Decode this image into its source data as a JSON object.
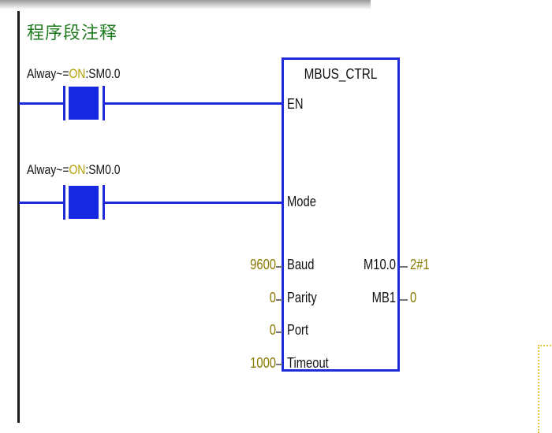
{
  "network": {
    "comment": "程序段注释"
  },
  "contacts": [
    {
      "label_prefix": "Alway~=",
      "label_on": "ON",
      "label_suffix": ":SM0.0"
    },
    {
      "label_prefix": "Alway~=",
      "label_on": "ON",
      "label_suffix": ":SM0.0"
    }
  ],
  "block": {
    "title": "MBUS_CTRL",
    "pins": {
      "en": "EN",
      "mode": "Mode",
      "baud": "Baud",
      "parity": "Parity",
      "port": "Port",
      "timeout": "Timeout",
      "done": "M10.0",
      "error": "MB1"
    },
    "inputs": {
      "baud": "9600",
      "parity": "0",
      "port": "0",
      "timeout": "1000"
    },
    "outputs": {
      "done": "2#1",
      "error": "0"
    }
  },
  "colors": {
    "wire": "#1f2bd6",
    "comment": "#1d7a1d",
    "operand": "#8a7a00"
  }
}
